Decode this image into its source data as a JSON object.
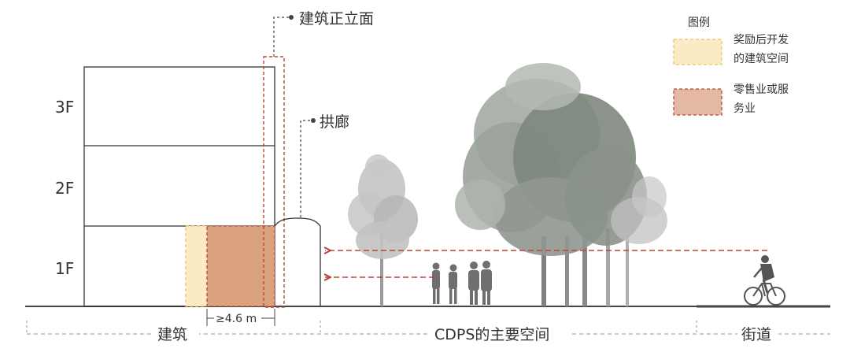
{
  "floors": {
    "f3": "3F",
    "f2": "2F",
    "f1": "1F"
  },
  "callouts": {
    "facade": "建筑正立面",
    "arcade": "拱廊"
  },
  "dimension": "≥4.6 m",
  "legend": {
    "title": "图例",
    "items": [
      {
        "label_line1": "奖励后开发",
        "label_line2": "的建筑空间",
        "fill": "#FBEAC4",
        "border": "#E8C86A"
      },
      {
        "label_line1": "零售业或服",
        "label_line2": "务业",
        "fill": "#E3B9A4",
        "border": "#B8453A"
      }
    ]
  },
  "zones": {
    "building": "建筑",
    "cdps": "CDPS的主要空间",
    "street": "街道"
  },
  "colors": {
    "bonus_fill": "#FBEAC4",
    "bonus_border": "#E8C86A",
    "retail_fill": "#D9A27C",
    "retail_border": "#B8453A",
    "arrow": "#B8453A",
    "outline": "#333333"
  }
}
